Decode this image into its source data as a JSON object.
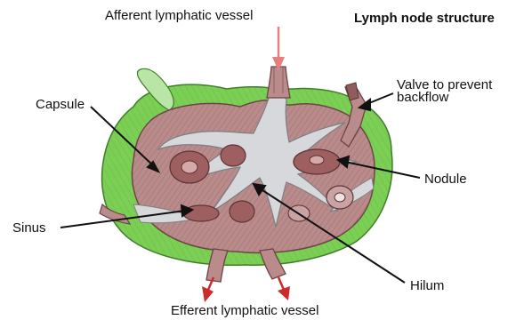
{
  "title": "Lymph node structure",
  "labels": {
    "afferent": "Afferent lymphatic vessel",
    "efferent": "Efferent lymphatic vessel",
    "capsule": "Capsule",
    "valve_line1": "Valve to prevent",
    "valve_line2": "backflow",
    "nodule": "Nodule",
    "sinus": "Sinus",
    "hilum": "Hilum"
  },
  "colors": {
    "capsule_green": "#7ccf55",
    "capsule_light": "#b9e6a6",
    "tissue": "#b98b8b",
    "tissue_dark": "#8e5e5e",
    "sinus_gray": "#d6d8db",
    "inflow_arrow": "#e77f7f",
    "outflow_arrow": "#cc2b2b"
  }
}
